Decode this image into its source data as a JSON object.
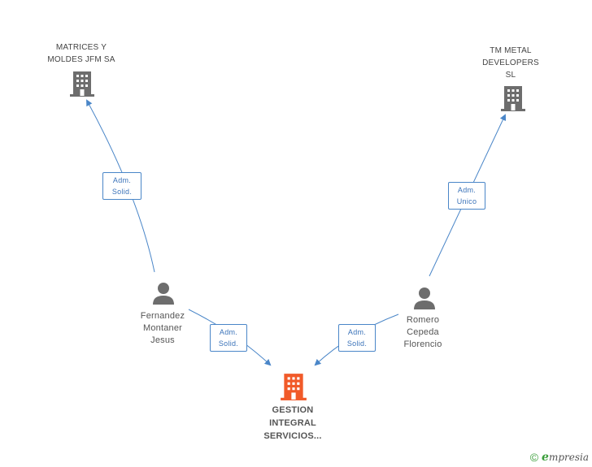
{
  "nodes": {
    "matrices": {
      "line1": "MATRICES Y",
      "line2": "MOLDES JFM SA"
    },
    "tm_metal": {
      "line1": "TM METAL",
      "line2": "DEVELOPERS",
      "line3": "SL"
    },
    "fernandez": {
      "line1": "Fernandez",
      "line2": "Montaner",
      "line3": "Jesus"
    },
    "romero": {
      "line1": "Romero",
      "line2": "Cepeda",
      "line3": "Florencio"
    },
    "gestion": {
      "line1": "GESTION",
      "line2": "INTEGRAL",
      "line3": "SERVICIOS..."
    }
  },
  "edges": {
    "fernandez_matrices": {
      "line1": "Adm.",
      "line2": "Solid."
    },
    "romero_tm": {
      "line1": "Adm.",
      "line2": "Unico"
    },
    "fernandez_gestion": {
      "line1": "Adm.",
      "line2": "Solid."
    },
    "romero_gestion": {
      "line1": "Adm.",
      "line2": "Solid."
    }
  },
  "colors": {
    "edge": "#4a86c8",
    "company": "#6d6d6d",
    "focus_company": "#f15a29",
    "person": "#6d6d6d"
  },
  "footer": {
    "copyright": "©",
    "brand_initial": "e",
    "brand_rest": "mpresia"
  }
}
